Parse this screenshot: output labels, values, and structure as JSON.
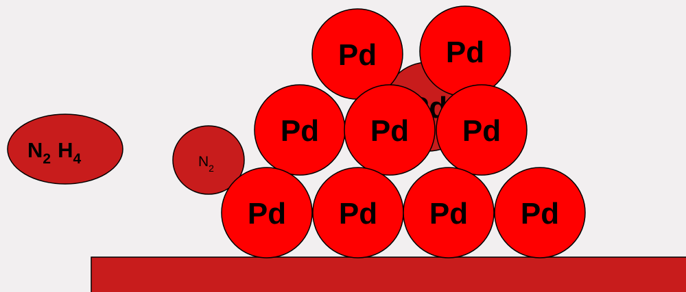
{
  "colors": {
    "background": "#f2eff0",
    "atom_fill": "#ff0000",
    "dark_fill": "#c81c1c",
    "outline": "#000000"
  },
  "molecule_hydrazine": {
    "n": "N",
    "n_sub": "2",
    "h": "H",
    "h_sub": "4"
  },
  "molecule_n2": {
    "n": "N",
    "n_sub": "2"
  },
  "hidden_atom": {
    "label": "Pd"
  },
  "atoms": [
    {
      "label": "Pd"
    },
    {
      "label": "Pd"
    },
    {
      "label": "Pd"
    },
    {
      "label": "Pd"
    },
    {
      "label": "Pd"
    },
    {
      "label": "Pd"
    },
    {
      "label": "Pd"
    },
    {
      "label": "Pd"
    },
    {
      "label": "Pd"
    }
  ]
}
